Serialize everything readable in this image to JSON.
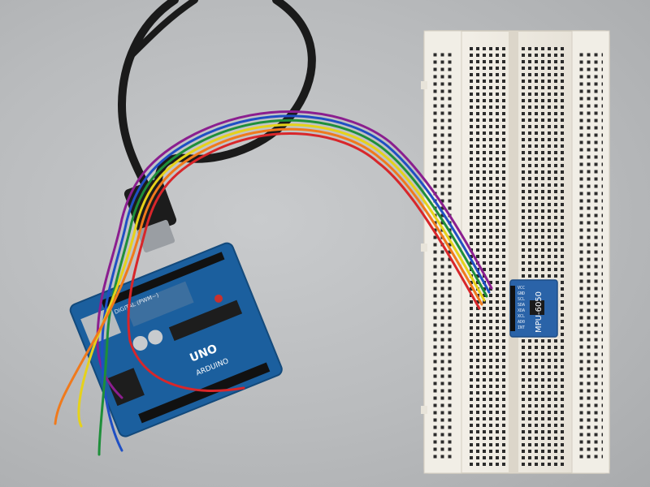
{
  "photo": {
    "arduino_logo_text": "ARDUINO",
    "arduino_model_text": "UNO",
    "arduino_header_label": "DIGITAL (PWM~)",
    "sensor_label": "MPU-6050",
    "sensor_pins": [
      "VCC",
      "GND",
      "SCL",
      "SDA",
      "XDA",
      "XCL",
      "AD0",
      "INT"
    ]
  },
  "colors": {
    "background": "#b9bbbd",
    "breadboard": "#ece8df",
    "arduino_board": "#1b5f9e",
    "sensor_board": "#2a63a8",
    "usb_cable": "#1a1a1a",
    "ribbon": [
      "#8b1e8f",
      "#1f4fc4",
      "#1e8f3a",
      "#e6d21a",
      "#f07a1c",
      "#d8262a"
    ]
  }
}
